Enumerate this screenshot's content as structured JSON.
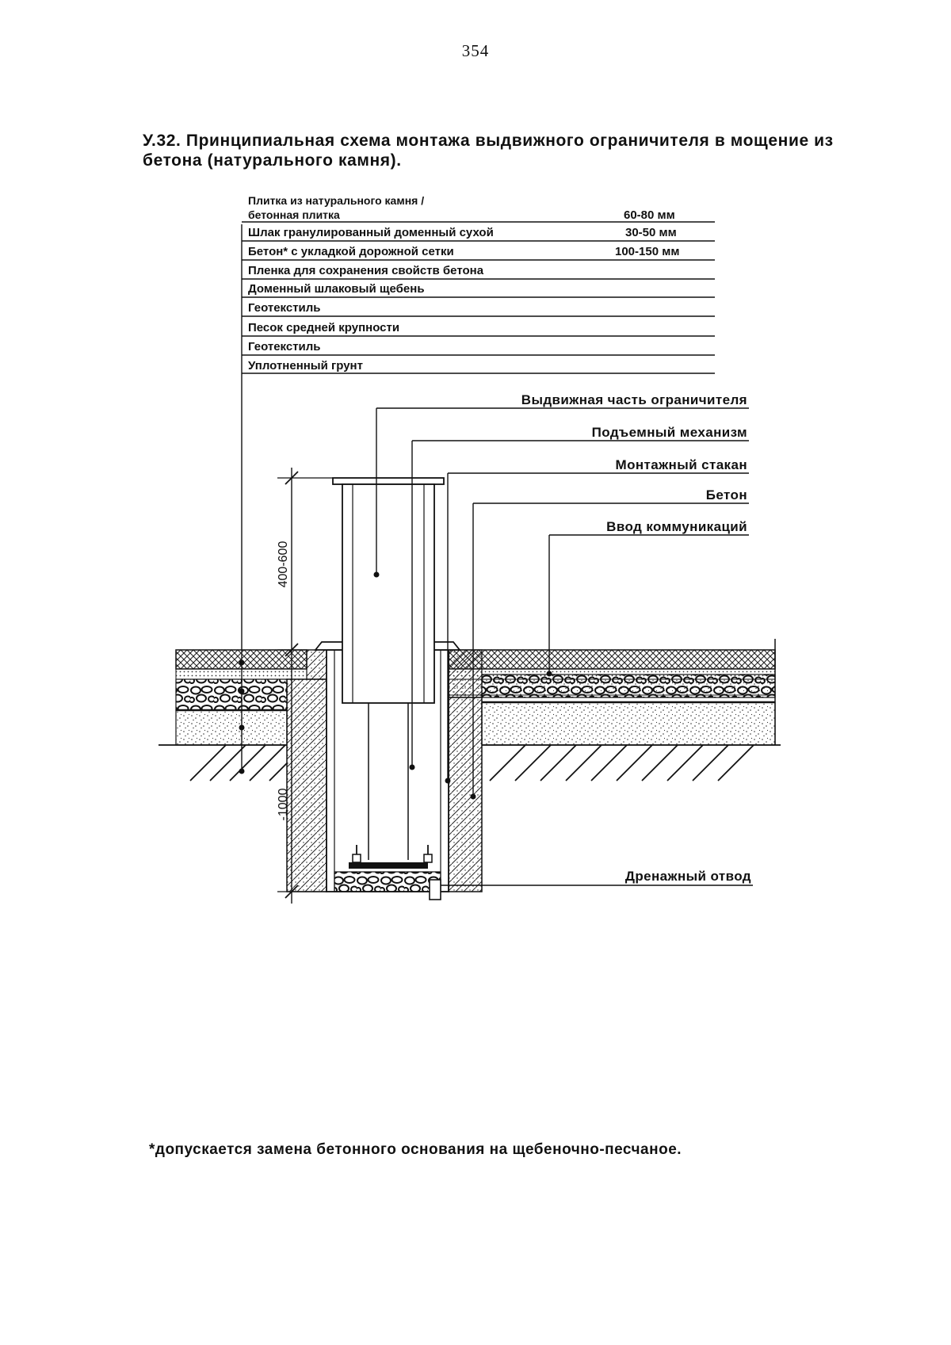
{
  "page_number": "354",
  "caption": "У.32. Принципиальная схема монтажа выдвижного ограничителя в мощение из бетона (натурального камня).",
  "layers": [
    {
      "lines": [
        "Плитка из натурального камня /",
        "бетонная плитка"
      ],
      "thickness": "60-80 мм"
    },
    {
      "lines": [
        "Шлак гранулированный доменный сухой"
      ],
      "thickness": "30-50 мм"
    },
    {
      "lines": [
        "Бетон* с укладкой дорожной сетки"
      ],
      "thickness": "100-150 мм"
    },
    {
      "lines": [
        "Пленка для сохранения свойств бетона"
      ],
      "thickness": ""
    },
    {
      "lines": [
        "Доменный шлаковый щебень"
      ],
      "thickness": ""
    },
    {
      "lines": [
        "Геотекстиль"
      ],
      "thickness": ""
    },
    {
      "lines": [
        "Песок средней крупности"
      ],
      "thickness": ""
    },
    {
      "lines": [
        "Геотекстиль"
      ],
      "thickness": ""
    },
    {
      "lines": [
        "Уплотненный грунт"
      ],
      "thickness": ""
    }
  ],
  "callouts": [
    "Выдвижная часть ограничителя",
    "Подъемный механизм",
    "Монтажный стакан",
    "Бетон",
    "Ввод коммуникаций",
    "Дренажный отвод"
  ],
  "dimensions": {
    "upper": "400-600",
    "lower": "-1000"
  },
  "footnote": "*допускается замена бетонного основания на щебеночно-песчаное."
}
